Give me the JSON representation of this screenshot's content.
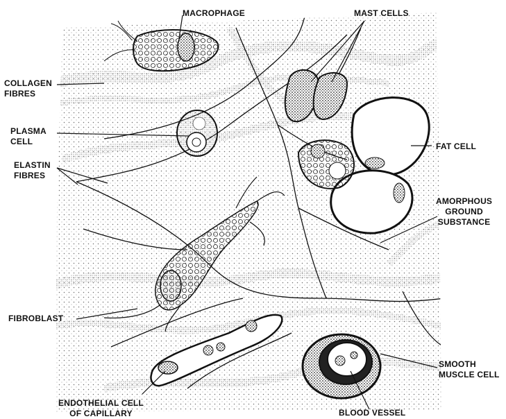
{
  "labels": {
    "macrophage": [
      "MACROPHAGE"
    ],
    "mast_cells": [
      "MAST CELLS"
    ],
    "collagen": [
      "COLLAGEN",
      "FIBRES"
    ],
    "plasma": [
      "PLASMA",
      "CELL"
    ],
    "fat_cell": [
      "FAT CELL"
    ],
    "elastin": [
      "ELASTIN",
      "FIBRES"
    ],
    "amorphous": [
      "AMORPHOUS",
      "GROUND",
      "SUBSTANCE"
    ],
    "fibroblast": [
      "FIBROBLAST"
    ],
    "smooth_muscle": [
      "SMOOTH",
      "MUSCLE CELL"
    ],
    "endothelial": [
      "ENDOTHELIAL CELL",
      "OF CAPILLARY"
    ],
    "blood_vessel": [
      "BLOOD VESSEL"
    ]
  },
  "colors": {
    "ink": "#111111",
    "stipple": "#7a7a7a",
    "background": "#ffffff"
  }
}
